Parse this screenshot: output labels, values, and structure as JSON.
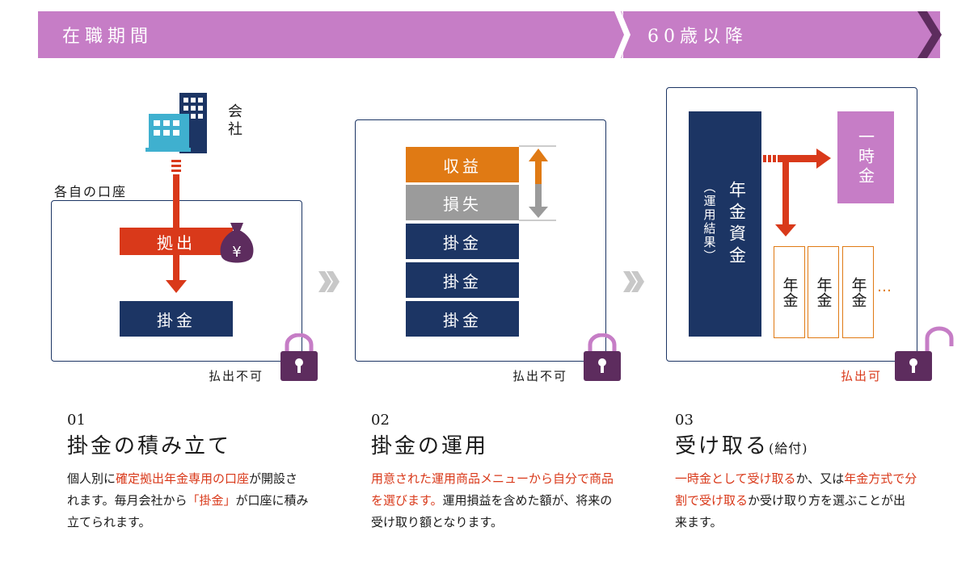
{
  "banner": {
    "left_label": "在職期間",
    "right_label": "60歳以降",
    "color": "#c67dc6"
  },
  "step1": {
    "company_label": "会社",
    "account_label": "各自の口座",
    "contribution_label": "拠出",
    "kakekin_label": "掛金",
    "lock_label": "払出不可",
    "number": "01",
    "title": "掛金の積み立て",
    "desc": {
      "p1": "個人別に",
      "h1": "確定拠出年金専用の口座",
      "p2": "が開設されます。毎月会社から",
      "h2": "「掛金」",
      "p3": "が口座に積み立てられます。"
    }
  },
  "step2": {
    "profit_label": "収益",
    "loss_label": "損失",
    "kakekin_labels": [
      "掛金",
      "掛金",
      "掛金"
    ],
    "lock_label": "払出不可",
    "number": "02",
    "title": "掛金の運用",
    "desc": {
      "h1": "用意された運用商品メニューから自分で商品を選びます。",
      "p1": "運用損益を含めた額が、将来の受け取り額となります。"
    }
  },
  "step3": {
    "fund_label": "年金資金",
    "fund_sub_label": "（運用結果）",
    "lump_sum_label": "一時金",
    "pension_labels": [
      "年金",
      "年金",
      "年金"
    ],
    "ellipsis": "…",
    "unlock_label": "払出可",
    "number": "03",
    "title": "受け取る",
    "title_sub": "(給付)",
    "desc": {
      "h1": "一時金として受け取る",
      "p1": "か、又は",
      "h2": "年金方式で分割で受け取る",
      "p2": "か受け取り方を選ぶことが出来ます。"
    }
  },
  "colors": {
    "navy": "#1c3564",
    "orange": "#e07a14",
    "gray": "#9b9b9b",
    "red": "#d9391a",
    "purple": "#c67dc6",
    "lock": "#5d2c5e"
  },
  "icons": {
    "company": "building-icon",
    "money": "money-bag-yen-icon",
    "lock": "padlock-closed-icon",
    "unlock": "padlock-open-icon",
    "next": "double-chevron-icon"
  }
}
